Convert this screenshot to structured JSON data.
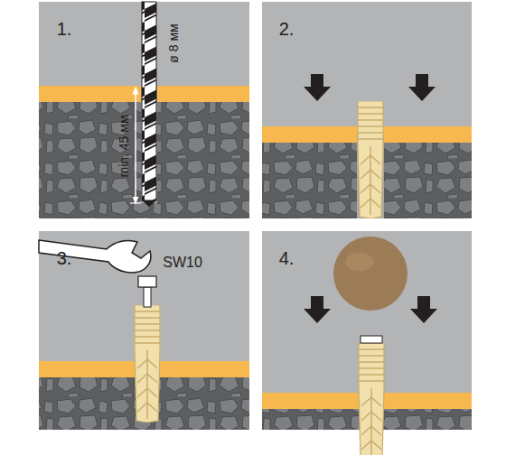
{
  "diagram": {
    "labels": [
      "1.",
      "ø 8 мм",
      "min. 45 мм",
      "2.",
      "3.",
      "SW10",
      "4."
    ]
  }
}
